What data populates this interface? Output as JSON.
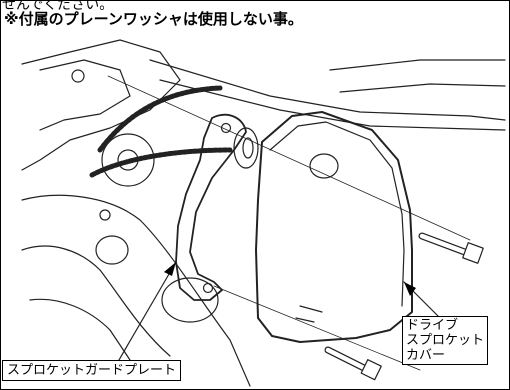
{
  "document": {
    "top_partial_text": "せんでください。",
    "note": "※付属のプレーンワッシャは使用しない事。"
  },
  "illustration": {
    "cover_label_lines": [
      "ドライブ",
      "スプロケット",
      "カバー"
    ],
    "guard_label": "スプロケットガードプレート"
  }
}
